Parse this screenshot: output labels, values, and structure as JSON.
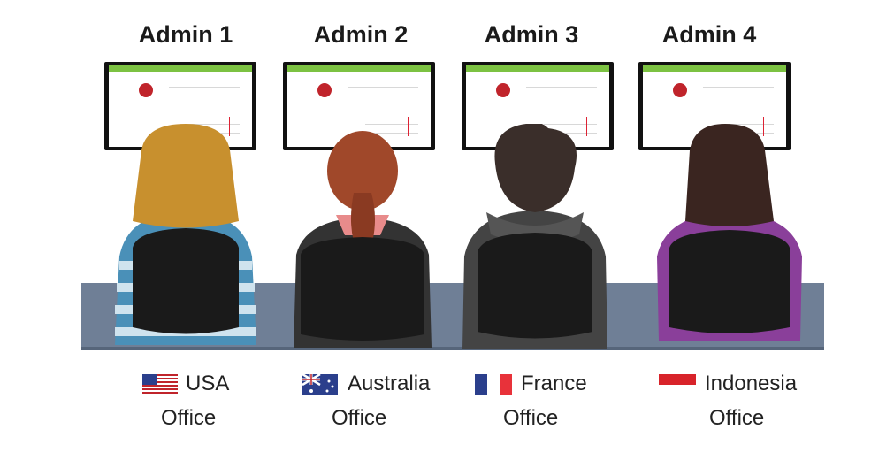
{
  "admins": [
    {
      "title": "Admin 1",
      "country": "USA",
      "office": "Office",
      "shirt": "#4a90b8",
      "hair": "#c8902e"
    },
    {
      "title": "Admin 2",
      "country": "Australia",
      "office": "Office",
      "shirt": "#333333",
      "hair": "#a0482a"
    },
    {
      "title": "Admin 3",
      "country": "France",
      "office": "Office",
      "shirt": "#444444",
      "hair": "#3a2e2a"
    },
    {
      "title": "Admin 4",
      "country": "Indonesia",
      "office": "Office",
      "shirt": "#8a3f9a",
      "hair": "#3a2520"
    }
  ],
  "colors": {
    "desk": "#6f7f96",
    "screen_bar": "#7cc242",
    "chair": "#1a1a1a"
  },
  "icons": [
    "usa-flag-icon",
    "australia-flag-icon",
    "france-flag-icon",
    "indonesia-flag-icon"
  ]
}
